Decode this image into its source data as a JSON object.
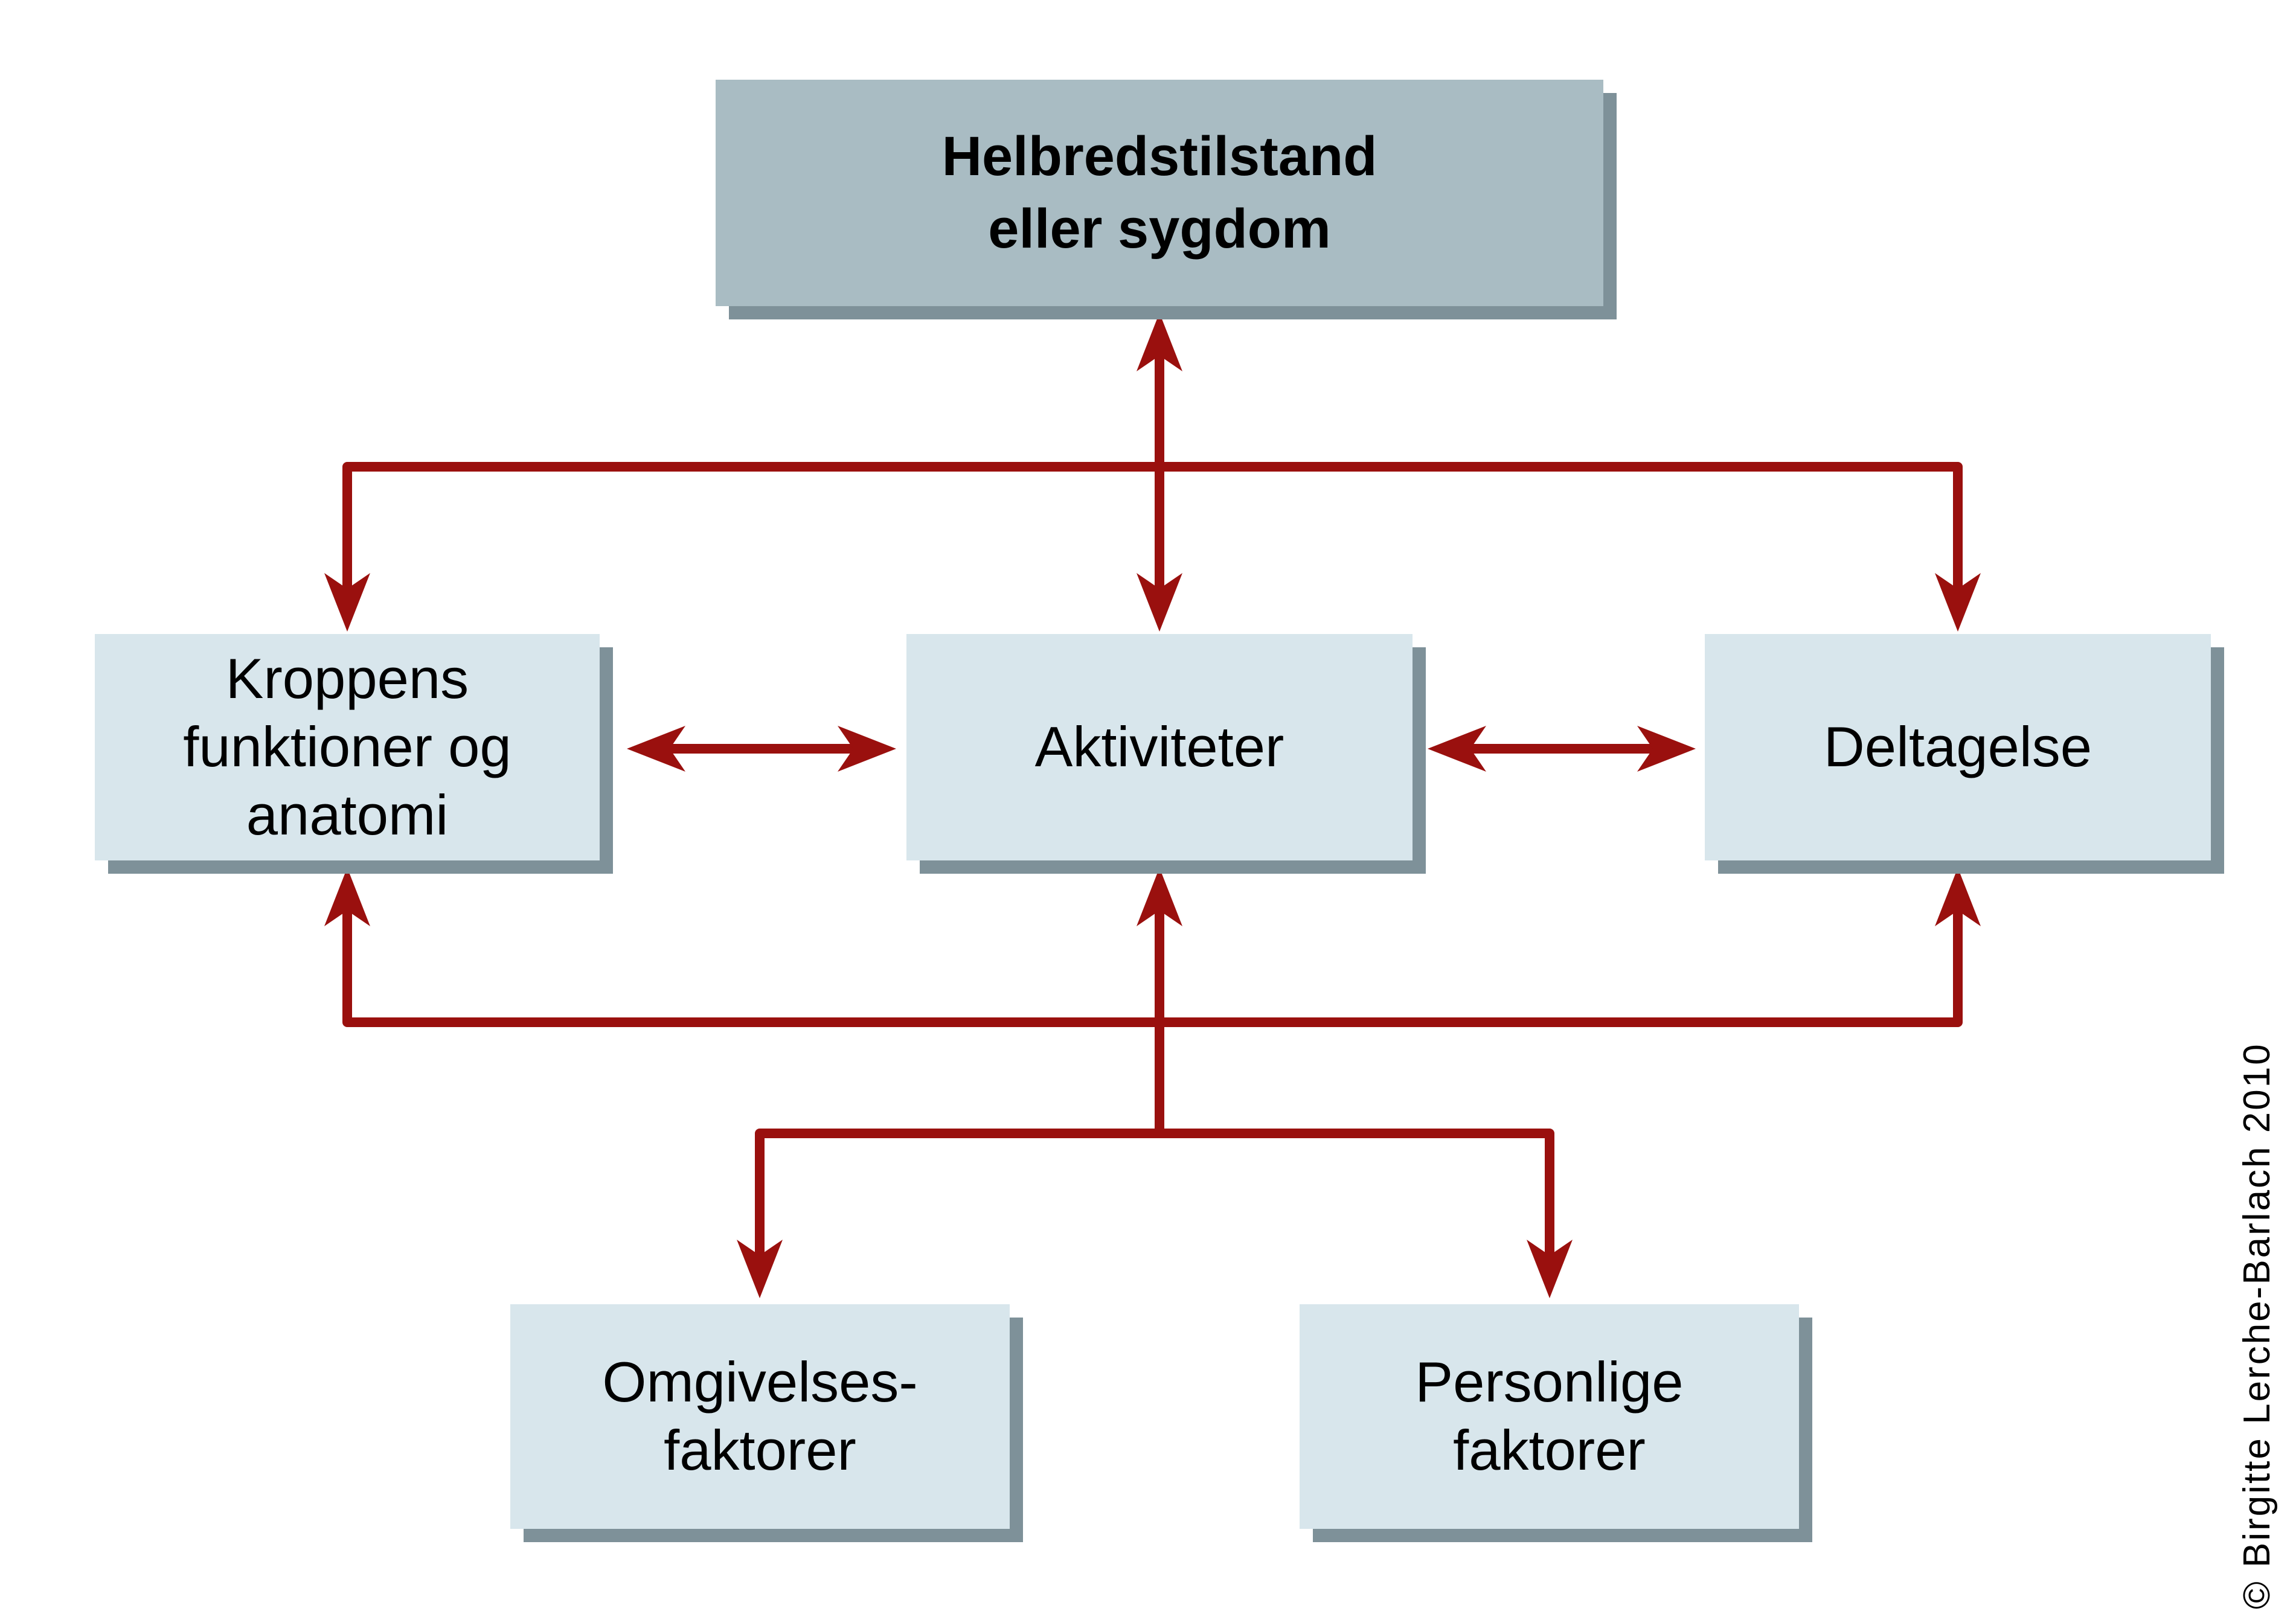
{
  "diagram": {
    "nodes": {
      "health": {
        "lines": [
          "Helbredstilstand",
          "eller sygdom"
        ]
      },
      "body": {
        "lines": [
          "Kroppens",
          "funktioner og",
          "anatomi"
        ]
      },
      "activities": {
        "lines": [
          "Aktiviteter"
        ]
      },
      "participation": {
        "lines": [
          "Deltagelse"
        ]
      },
      "environmental": {
        "lines": [
          "Omgivelses-",
          "faktorer"
        ]
      },
      "personal": {
        "lines": [
          "Personlige",
          "faktorer"
        ]
      }
    },
    "edges": [
      {
        "from": "health",
        "to": "activities",
        "direction": "both"
      },
      {
        "from": "health",
        "to": "body",
        "direction": "down"
      },
      {
        "from": "health",
        "to": "participation",
        "direction": "down"
      },
      {
        "from": "body",
        "to": "activities",
        "direction": "both"
      },
      {
        "from": "activities",
        "to": "participation",
        "direction": "both"
      },
      {
        "from": "lower-trunk",
        "to": "body",
        "direction": "up"
      },
      {
        "from": "lower-trunk",
        "to": "activities",
        "direction": "up"
      },
      {
        "from": "lower-trunk",
        "to": "participation",
        "direction": "up"
      },
      {
        "from": "lower-trunk",
        "to": "environmental",
        "direction": "down"
      },
      {
        "from": "lower-trunk",
        "to": "personal",
        "direction": "down"
      }
    ],
    "watermark": "© Birgitte Lerche-Barlach 2010",
    "colors": {
      "background": "#ffffff",
      "arrow_red": "#9a100e",
      "health_box_fill": "#a9bcc3",
      "factor_box_fill": "#d8e6ec",
      "box_shadow": "#7e9199",
      "text": "#000000"
    }
  }
}
